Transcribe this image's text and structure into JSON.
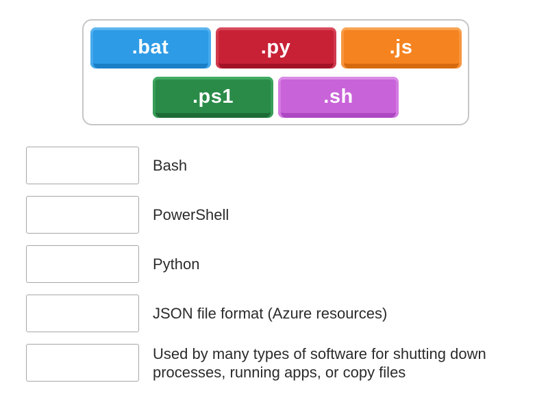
{
  "activity": {
    "type": "match-up",
    "background_color": "#ffffff",
    "text_color": "#2b2b2b"
  },
  "tray": {
    "tiles": [
      {
        "label": ".bat",
        "color": "#2e9be6"
      },
      {
        "label": ".py",
        "color": "#c82136"
      },
      {
        "label": ".js",
        "color": "#f5831f"
      },
      {
        "label": ".ps1",
        "color": "#2a8b48"
      },
      {
        "label": ".sh",
        "color": "#c963d9"
      }
    ]
  },
  "matches": [
    {
      "label": "Bash"
    },
    {
      "label": "PowerShell"
    },
    {
      "label": "Python"
    },
    {
      "label": "JSON file format (Azure resources)"
    },
    {
      "label": "Used by many types of software for shutting down processes, running apps, or copy files"
    }
  ]
}
